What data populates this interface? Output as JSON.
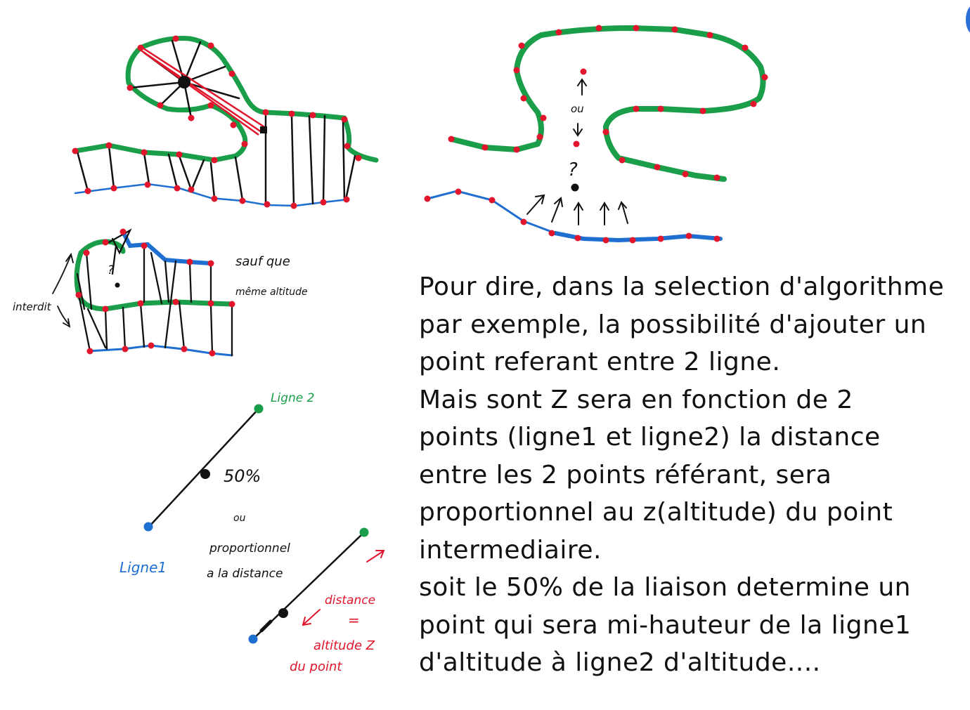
{
  "colors": {
    "green_line": "#1a9e4a",
    "blue_line": "#1f6fd1",
    "red_point": "#e1152b",
    "ink": "#111111",
    "accent": "#2a6fd6"
  },
  "annotations": {
    "sauf_que": "sauf que",
    "meme_altitude": "même altitude",
    "interdit": "interdit",
    "question_mark": "?",
    "ou_top": "ou",
    "ligne2": "Ligne 2",
    "ligne1": "Ligne1",
    "fifty_percent": "50%",
    "ou_bottom": "ou",
    "proportionnel": "proportionnel",
    "a_la_distance": "a la distance",
    "distance": "distance",
    "equals": "=",
    "altitude_z": "altitude Z",
    "du_point": "du point"
  },
  "note": {
    "lines": [
      "Pour dire, dans la selection d'algorithme",
      "par exemple, la possibilité d'ajouter un",
      "point referant entre 2 ligne.",
      "Mais sont Z sera en fonction de 2",
      "points (ligne1 et ligne2) la distance",
      "entre les 2 points référant, sera",
      "proportionnel au z(altitude) du point",
      "intermediaire.",
      "soit le 50% de la liaison determine un",
      "point qui sera mi-hauteur de la ligne1",
      "d'altitude à ligne2 d'altitude...."
    ]
  }
}
